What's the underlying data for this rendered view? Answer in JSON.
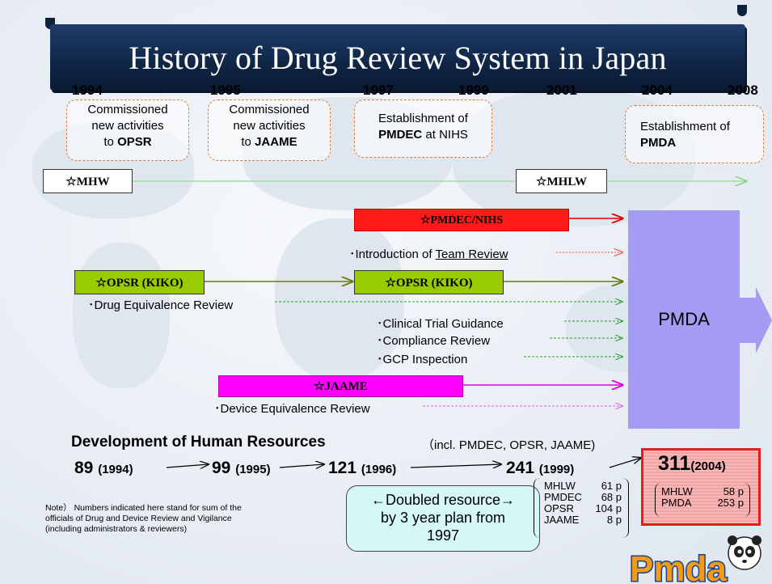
{
  "title": "History of Drug Review System in Japan",
  "years": [
    "1994",
    "1995",
    "1997",
    "1999",
    "2001",
    "2004",
    "2008"
  ],
  "events": [
    {
      "line1": "Commissioned",
      "line2": "new activities",
      "prefix": "to ",
      "bold": "OPSR"
    },
    {
      "line1": "Commissioned",
      "line2": "new activities",
      "prefix": "to ",
      "bold": "JAAME"
    },
    {
      "line1": "Establishment of",
      "line2_bold": "PMDEC",
      "line2_rest": " at NIHS"
    },
    {
      "line1": "Establishment of",
      "line2_bold": "PMDA"
    }
  ],
  "lanes": {
    "mhw": "☆MHW",
    "mhlw": "☆MHLW",
    "pmdec_nihs": "☆PMDEC/NIHS",
    "opsr_1": "☆OPSR (KIKO)",
    "opsr_2": "☆OPSR (KIKO)",
    "jaame": "☆JAAME"
  },
  "activities": {
    "team_review_prefix": "･Introduction of ",
    "team_review_link": "Team Review",
    "drug_equivalence": "･Drug Equivalence Review",
    "clinical_trial": "･Clinical Trial Guidance",
    "compliance": "･Compliance Review",
    "gcp": "･GCP Inspection",
    "device_equivalence": "･Device Equivalence Review"
  },
  "pmda_label": "PMDA",
  "colors": {
    "title_bg": "#0e2240",
    "pmdec": "#ff1a1a",
    "opsr": "#99cc00",
    "jaame": "#ff00ff",
    "pmda": "#a39cf2",
    "doubled_bg": "#d6f7f8",
    "box311": "#e02020"
  },
  "hr": {
    "heading": "Development of Human Resources",
    "note_incl": "（incl. PMDEC, OPSR, JAAME)",
    "values": [
      {
        "num": "89",
        "year": "(1994)"
      },
      {
        "num": "99",
        "year": "(1995)"
      },
      {
        "num": "121",
        "year": "(1996)"
      },
      {
        "num": "241",
        "year": "(1999)"
      },
      {
        "num": "311",
        "year": "(2004)"
      }
    ],
    "breakdown_1999": [
      {
        "org": "MHLW",
        "count": "61 p"
      },
      {
        "org": "PMDEC",
        "count": "68 p"
      },
      {
        "org": "OPSR",
        "count": "104 p"
      },
      {
        "org": "JAAME",
        "count": "8 p"
      }
    ],
    "breakdown_2004": [
      {
        "org": "MHLW",
        "count": "58 p"
      },
      {
        "org": "PMDA",
        "count": "253 p"
      }
    ],
    "doubled_line1": "←Doubled resource→",
    "doubled_line2": "by 3 year plan from",
    "doubled_line3": "1997",
    "note_line1": "Note） Numbers indicated here stand for sum of the",
    "note_line2": "officials of Drug and Device Review and Vigilance",
    "note_line3": "(including administrators & reviewers)"
  },
  "logo_text": "Pmda"
}
